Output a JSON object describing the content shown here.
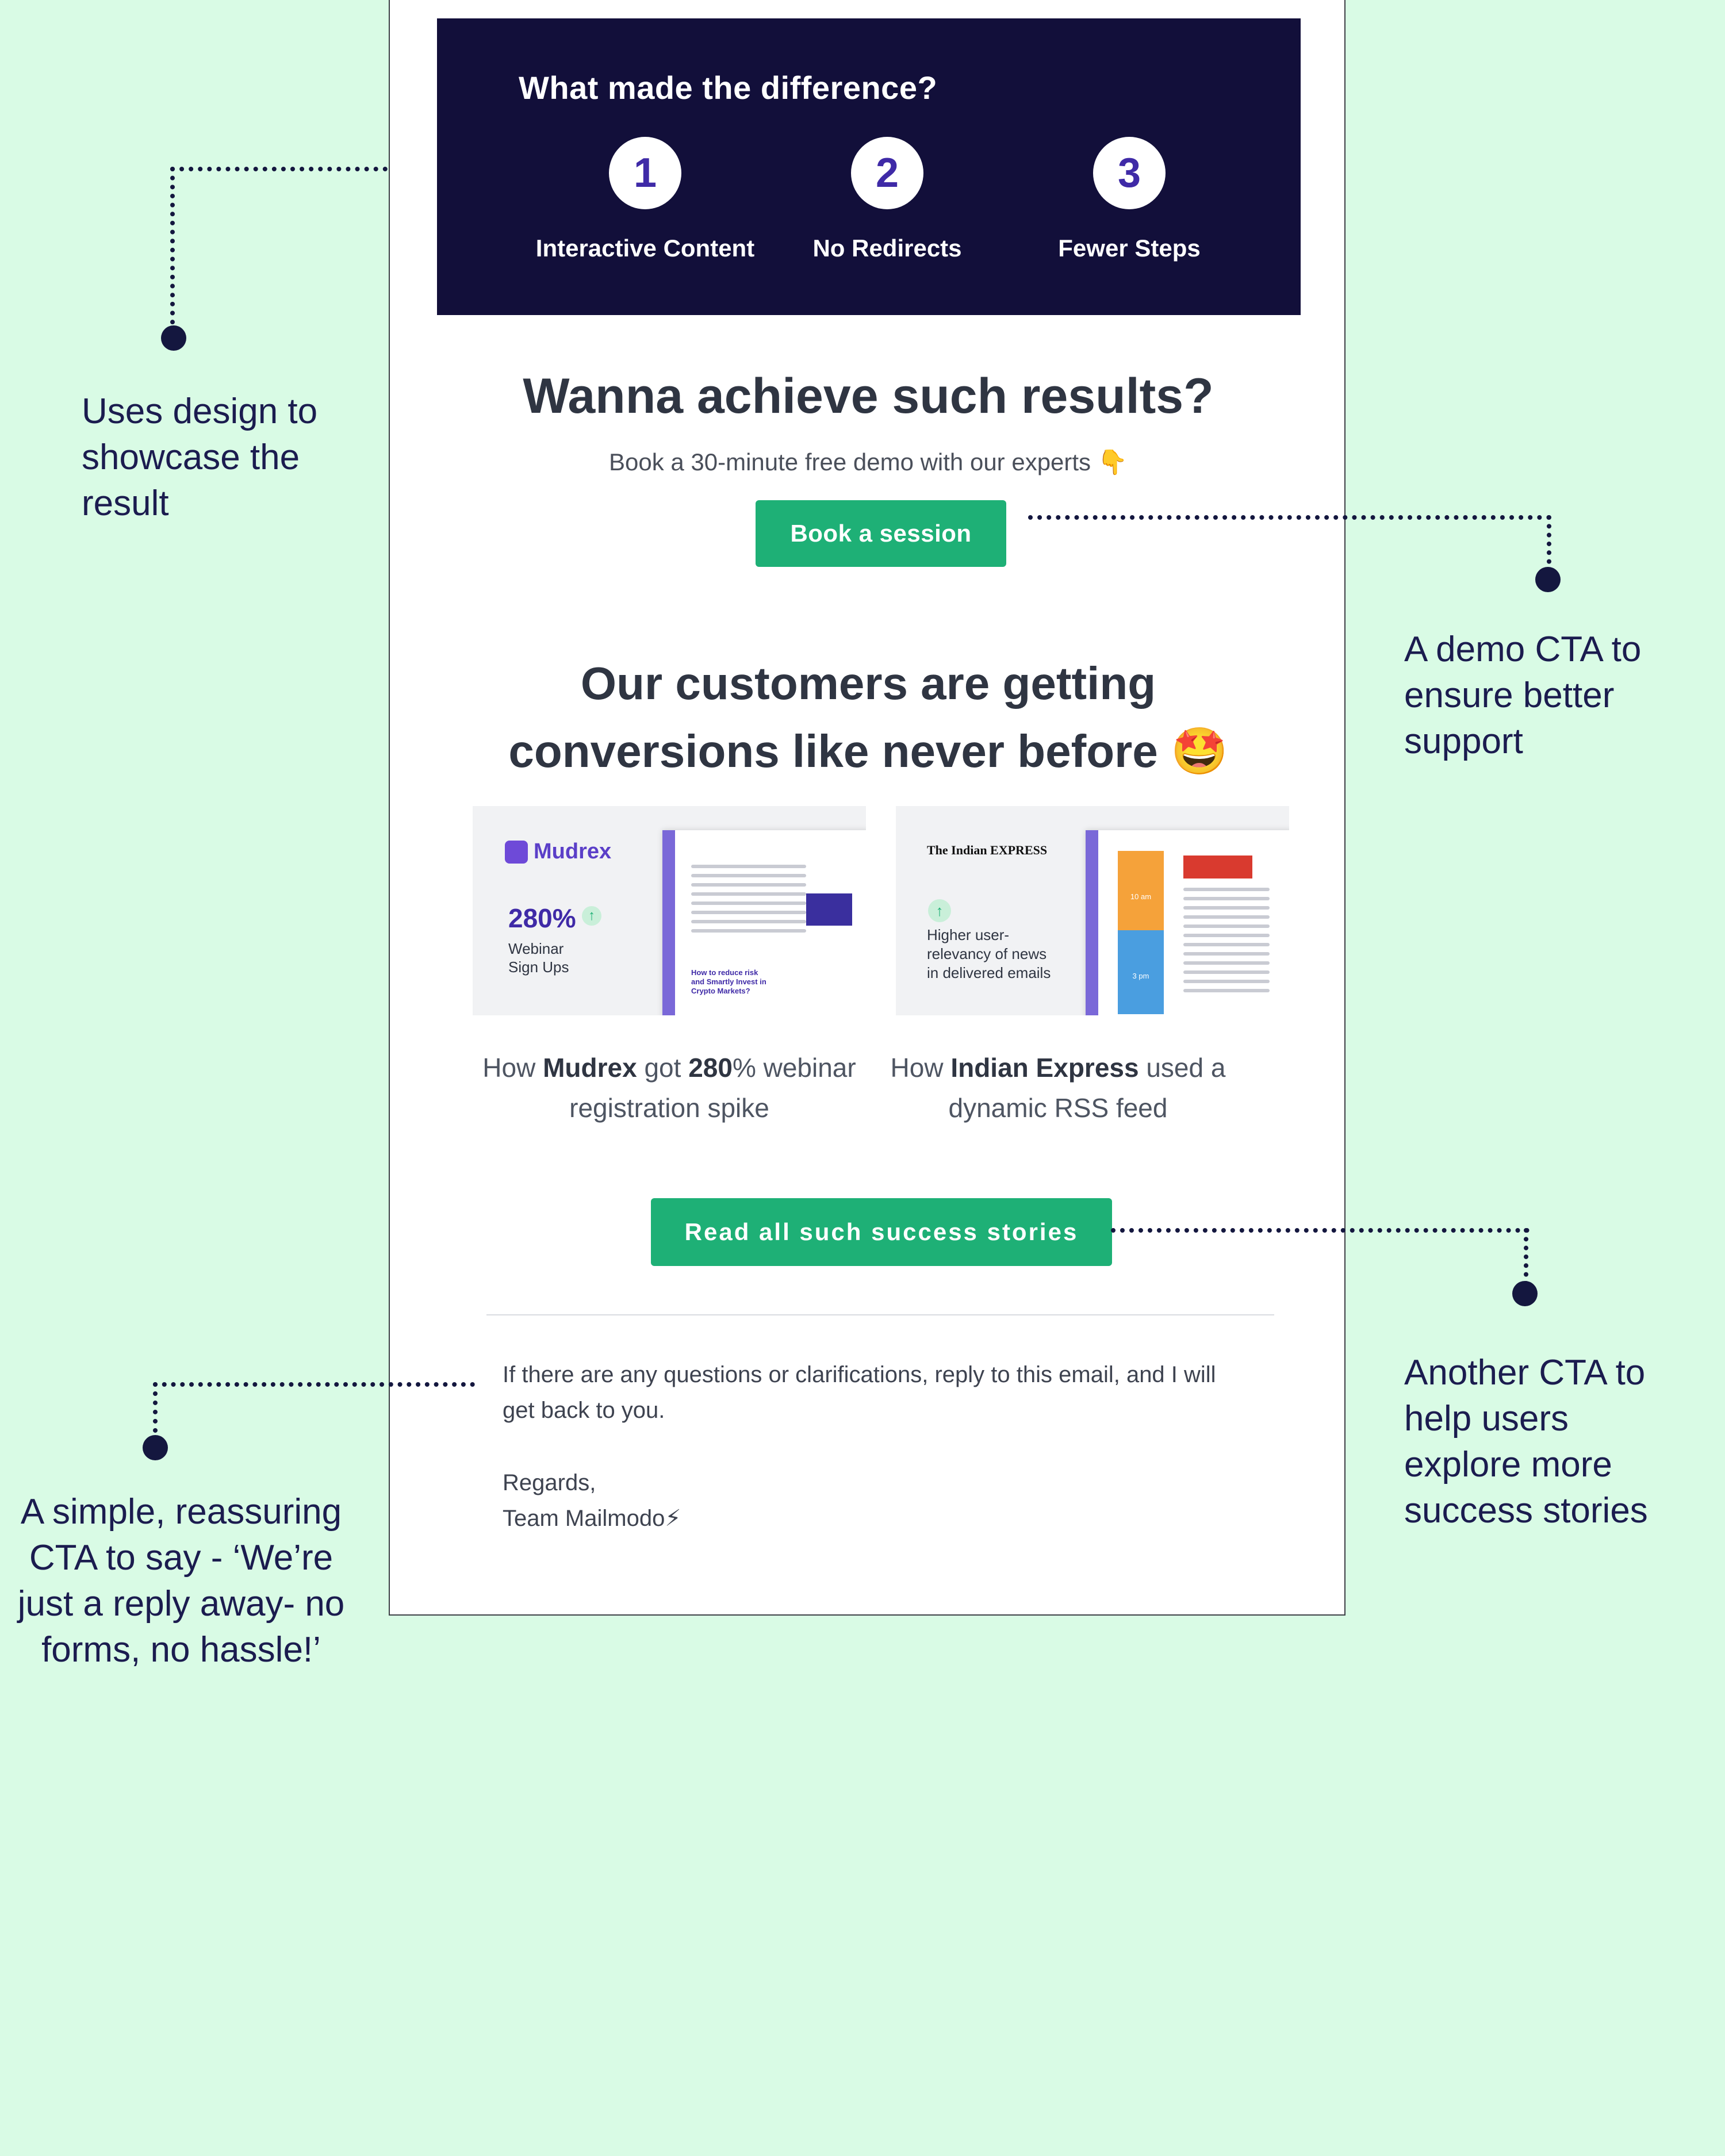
{
  "difference": {
    "title": "What made the difference?",
    "steps": [
      {
        "number": "1",
        "label": "Interactive Content"
      },
      {
        "number": "2",
        "label": "No Redirects"
      },
      {
        "number": "3",
        "label": "Fewer Steps"
      }
    ]
  },
  "demo": {
    "heading": "Wanna achieve such results?",
    "subtitle": "Book a 30-minute free demo with our experts 👇",
    "button_label": "Book a session"
  },
  "customers": {
    "heading_line1": "Our customers are getting",
    "heading_line2": "conversions like never before 🤩",
    "cards": [
      {
        "brand": "Mudrex",
        "stat": "280%",
        "stat_label_line1": "Webinar",
        "stat_label_line2": "Sign Ups",
        "mini_title": "How to reduce risk and Smartly Invest in Crypto Markets?",
        "caption_pre": "How ",
        "caption_brand": "Mudrex",
        "caption_mid": " got ",
        "caption_stat": "280",
        "caption_post": "% webinar registration spike"
      },
      {
        "brand": "The Indian EXPRESS",
        "stat_line1": "Higher user-",
        "stat_line2": "relevancy of news",
        "stat_line3": "in delivered emails",
        "time1": "10 am",
        "time2": "3 pm",
        "caption_pre": "How ",
        "caption_brand": "Indian Express",
        "caption_post": " used a dynamic RSS feed"
      }
    ],
    "button_label": "Read all such success stories"
  },
  "closing": {
    "line1": "If there are any questions or clarifications, reply to this email, and I will get back to you.",
    "regards": "Regards,",
    "signature": "Team Mailmodo⚡"
  },
  "annotations": {
    "design": "Uses design to showcase the result",
    "demo_cta": "A demo CTA to ensure better support",
    "reply_cta": "A simple, reassuring CTA to say - ‘We’re just a reply away- no forms, no hassle!’",
    "stories_cta": "Another CTA to help users explore more success stories"
  },
  "colors": {
    "background": "#d9fbe5",
    "panel": "#120f3a",
    "cta": "#1eb076",
    "annotation": "#1b1c4f"
  }
}
